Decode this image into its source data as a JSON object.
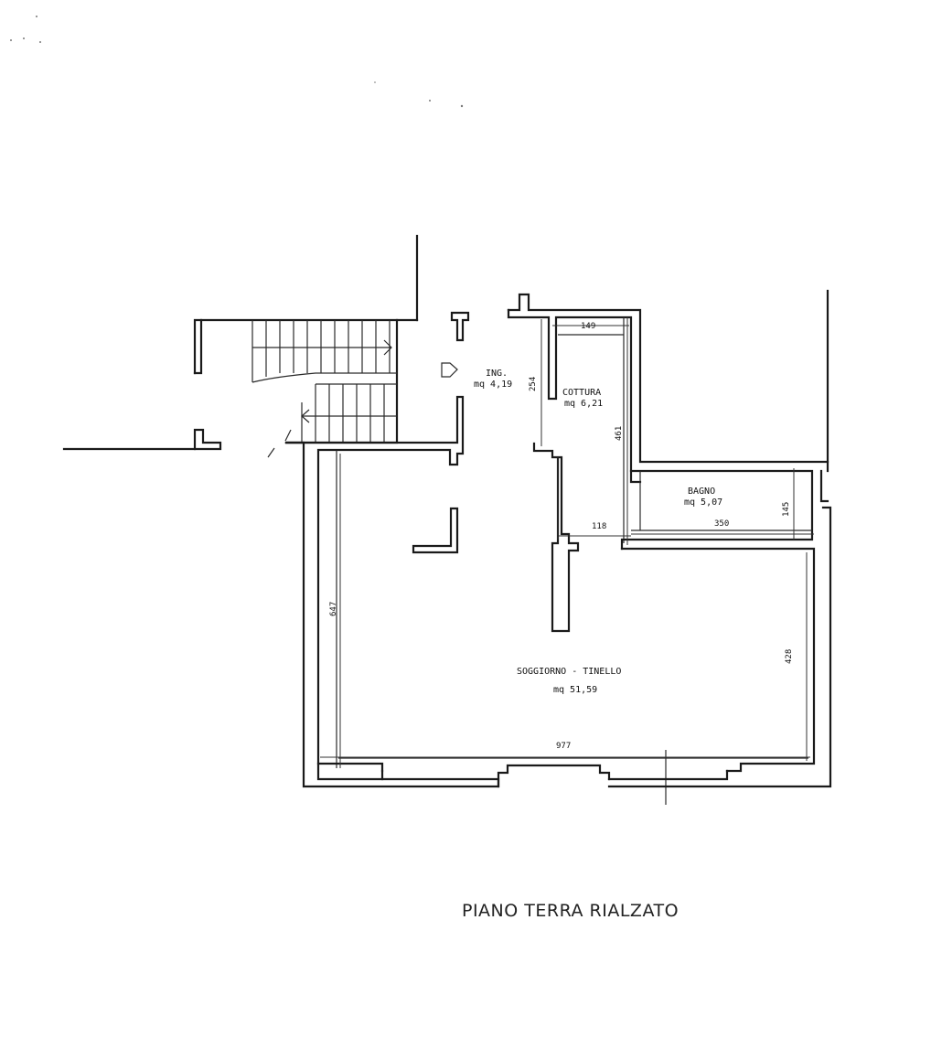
{
  "title": "PIANO TERRA RIALZATO",
  "rooms": {
    "ingresso": {
      "name": "ING.",
      "area": "mq 4,19"
    },
    "cottura": {
      "name": "COTTURA",
      "area": "mq 6,21"
    },
    "bagno": {
      "name": "BAGNO",
      "area": "mq 5,07"
    },
    "soggiorno": {
      "name": "SOGGIORNO - TINELLO",
      "area": "mq 51,59"
    }
  },
  "dimensions": {
    "cottura_width": "149",
    "ingresso_height": "254",
    "cottura_height": "461",
    "bagno_height": "145",
    "passage_width": "118",
    "bagno_width": "350",
    "soggiorno_left_height": "647",
    "soggiorno_right_height": "428",
    "soggiorno_width": "977"
  }
}
